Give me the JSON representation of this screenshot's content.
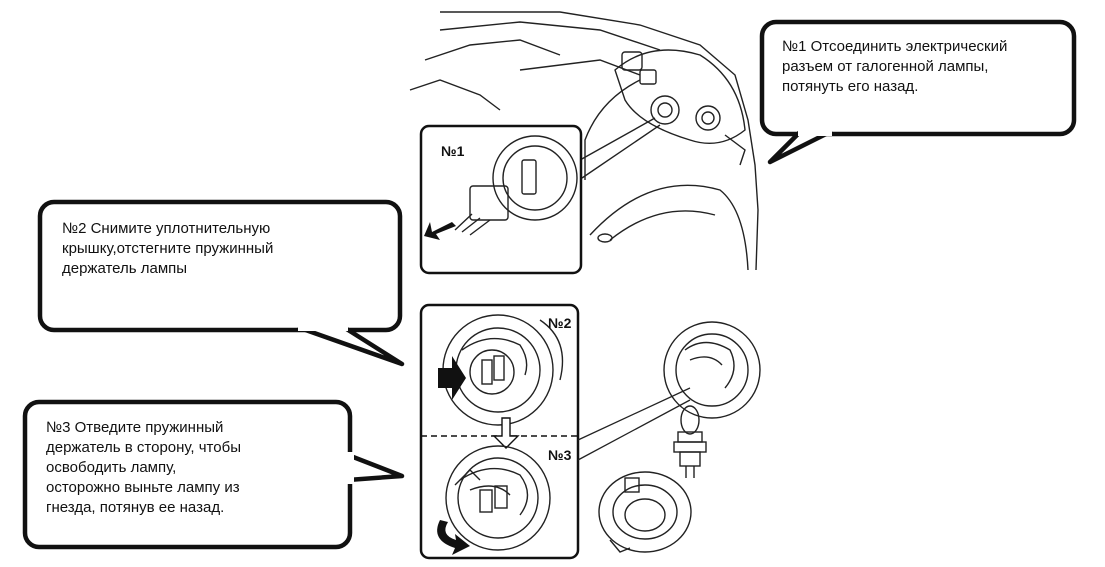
{
  "callouts": {
    "step1": "№1 Отсоединить электрический\nразъем от галогенной лампы,\nпотянуть его назад.",
    "step2": "№2 Снимите уплотнительную\nкрышку,отстегните пружинный\nдержатель лампы",
    "step3": "№3 Отведите пружинный\nдержатель в сторону, чтобы\nосвободить лампу,\nосторожно выньте лампу из\nгнезда, потянув ее назад."
  },
  "panels": {
    "panel1_label": "№1",
    "panel2_label": "№2",
    "panel3_label": "№3"
  }
}
